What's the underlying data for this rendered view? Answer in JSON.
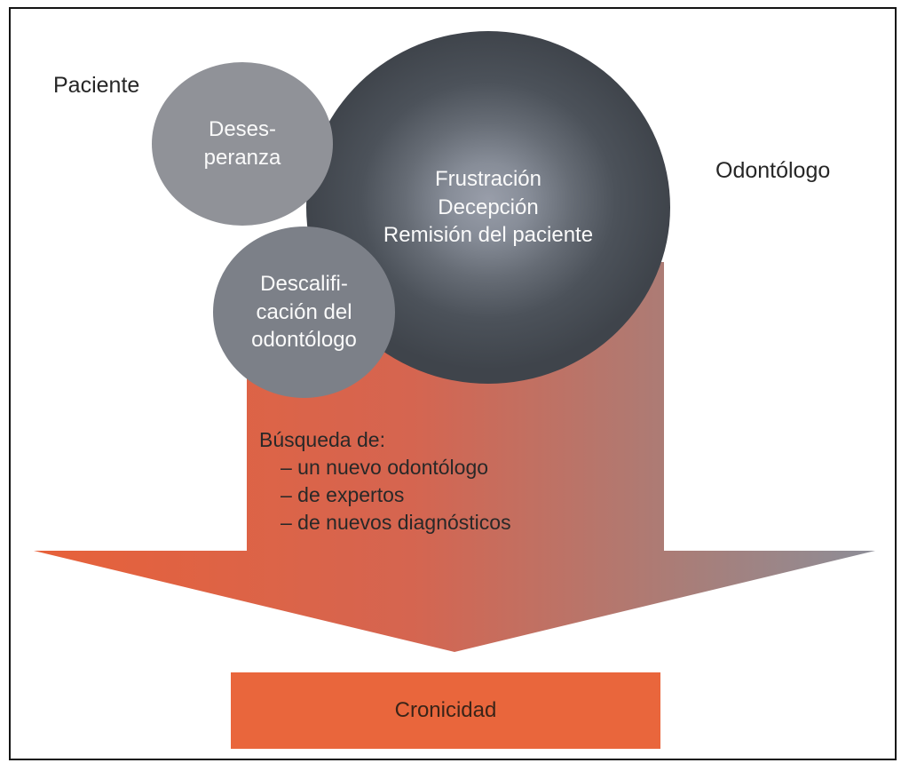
{
  "labels": {
    "patient": "Paciente",
    "dentist": "Odontólogo"
  },
  "circles": {
    "despair": {
      "lines": [
        "Deses-",
        "peranza"
      ]
    },
    "frustration": {
      "lines": [
        "Frustración",
        "Decepción",
        "Remisión del paciente"
      ]
    },
    "disqualification": {
      "lines": [
        "Descalifi-",
        "cación del",
        "odontólogo"
      ]
    }
  },
  "search": {
    "title": "Búsqueda de:",
    "items": [
      "– un nuevo odontólogo",
      "– de expertos",
      "– de nuevos diagnósticos"
    ]
  },
  "outcome": {
    "label": "Cronicidad"
  },
  "colors": {
    "arrow_orange": "#e8633c",
    "arrow_gray": "#8d8e98",
    "dark_circle": "#454b52",
    "despair_circle": "#909298",
    "disqualification_circle": "#7c8088",
    "outcome_bg": "#e9663c",
    "frame_border": "#141414"
  }
}
